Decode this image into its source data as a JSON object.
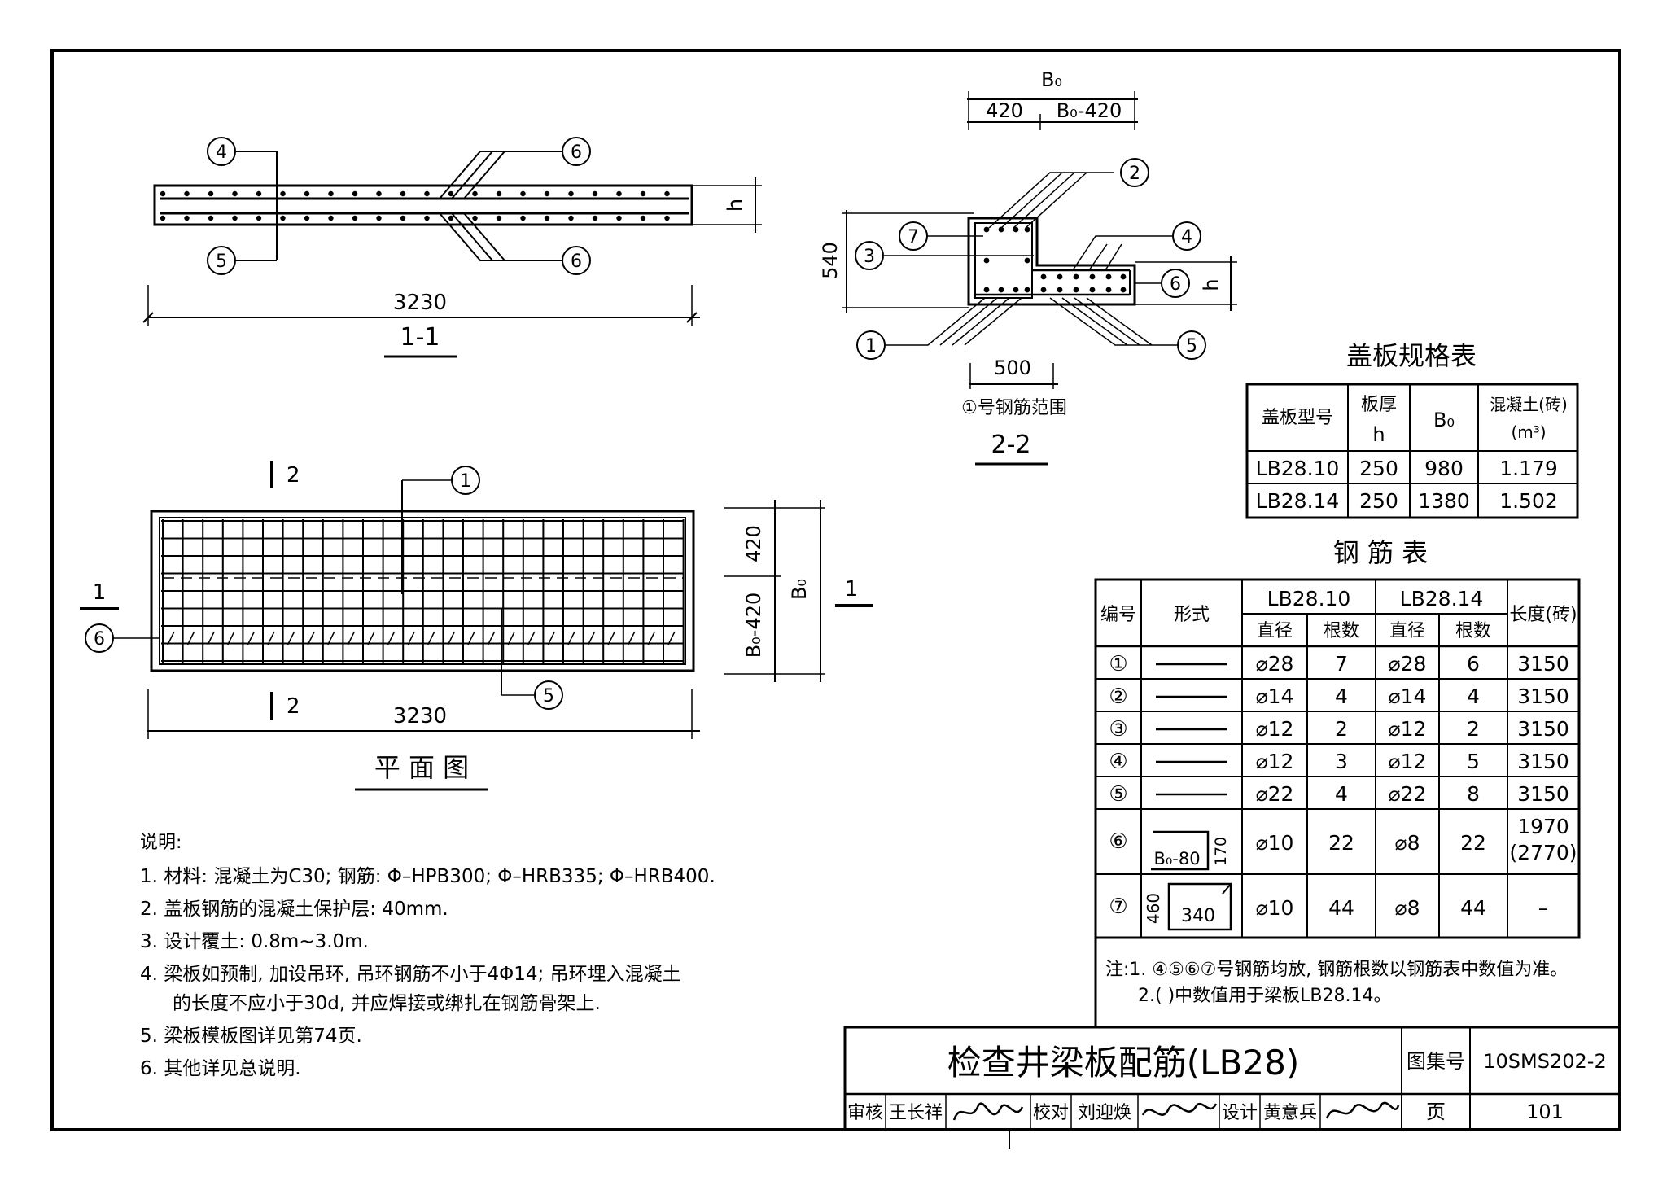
{
  "section_1_1": {
    "title": "1-1",
    "dim_length": "3230",
    "dim_h": "h",
    "callouts": [
      "4",
      "5",
      "6",
      "6"
    ]
  },
  "section_2_2": {
    "title": "2-2",
    "dim_b0": "B₀",
    "dim_420": "420",
    "dim_b0_420": "B₀-420",
    "dim_540": "540",
    "dim_500": "500",
    "dim_h": "h",
    "caption": "①号钢筋范围",
    "callouts": [
      "2",
      "7",
      "3",
      "4",
      "6",
      "1",
      "5"
    ]
  },
  "plan": {
    "title": "平 面 图",
    "cut_2": "2",
    "cut_1": "1",
    "dim_length": "3230",
    "dim_420": "420",
    "dim_b0_420": "B₀-420",
    "dim_b0": "B₀",
    "callouts": [
      "1",
      "6",
      "5"
    ]
  },
  "spec_table": {
    "title": "盖板规格表",
    "headers": [
      "盖板型号",
      "板厚",
      "h",
      "B₀",
      "混凝土(砖)",
      "(m³)"
    ],
    "rows": [
      [
        "LB28.10",
        "250",
        "980",
        "1.179"
      ],
      [
        "LB28.14",
        "250",
        "1380",
        "1.502"
      ]
    ]
  },
  "rebar_table": {
    "title": "钢 筋 表",
    "headers": {
      "no": "编号",
      "shape": "形式",
      "lb1": "LB28.10",
      "lb2": "LB28.14",
      "dia": "直径",
      "count": "根数",
      "length": "长度(砖)"
    },
    "rows": [
      {
        "no": "①",
        "d1": "⌀28",
        "n1": "7",
        "d2": "⌀28",
        "n2": "6",
        "len": "3150"
      },
      {
        "no": "②",
        "d1": "⌀14",
        "n1": "4",
        "d2": "⌀14",
        "n2": "4",
        "len": "3150"
      },
      {
        "no": "③",
        "d1": "⌀12",
        "n1": "2",
        "d2": "⌀12",
        "n2": "2",
        "len": "3150"
      },
      {
        "no": "④",
        "d1": "⌀12",
        "n1": "3",
        "d2": "⌀12",
        "n2": "5",
        "len": "3150"
      },
      {
        "no": "⑤",
        "d1": "⌀22",
        "n1": "4",
        "d2": "⌀22",
        "n2": "8",
        "len": "3150"
      },
      {
        "no": "⑥",
        "d1": "⌀10",
        "n1": "22",
        "d2": "⌀8",
        "n2": "22",
        "len": "1970",
        "len2": "(2770)",
        "shape_label": "B₀-80",
        "shape_dim": "170"
      },
      {
        "no": "⑦",
        "d1": "⌀10",
        "n1": "44",
        "d2": "⌀8",
        "n2": "44",
        "len": "–",
        "shape_label": "340",
        "shape_dim": "460"
      }
    ],
    "notes": [
      "注:1. ④⑤⑥⑦号钢筋均放, 钢筋根数以钢筋表中数值为准。",
      "2.(  )中数值用于梁板LB28.14。"
    ]
  },
  "explanations": {
    "heading": "说明:",
    "items": [
      "1. 材料: 混凝土为C30; 钢筋: Φ–HPB300; Φ–HRB335; Φ–HRB400.",
      "2. 盖板钢筋的混凝土保护层: 40mm.",
      "3. 设计覆土: 0.8m~3.0m.",
      "4. 梁板如预制, 加设吊环, 吊环钢筋不小于4Φ14; 吊环埋入混凝土",
      "的长度不应小于30d, 并应焊接或绑扎在钢筋骨架上.",
      "5. 梁板模板图详见第74页.",
      "6. 其他详见总说明."
    ]
  },
  "title_block": {
    "title": "检查井梁板配筋(LB28)",
    "atlas_label": "图集号",
    "atlas_no": "10SMS202-2",
    "review_label": "审核",
    "reviewer": "王长祥",
    "check_label": "校对",
    "checker": "刘迎焕",
    "design_label": "设计",
    "designer": "黄意兵",
    "page_label": "页",
    "page_no": "101"
  }
}
